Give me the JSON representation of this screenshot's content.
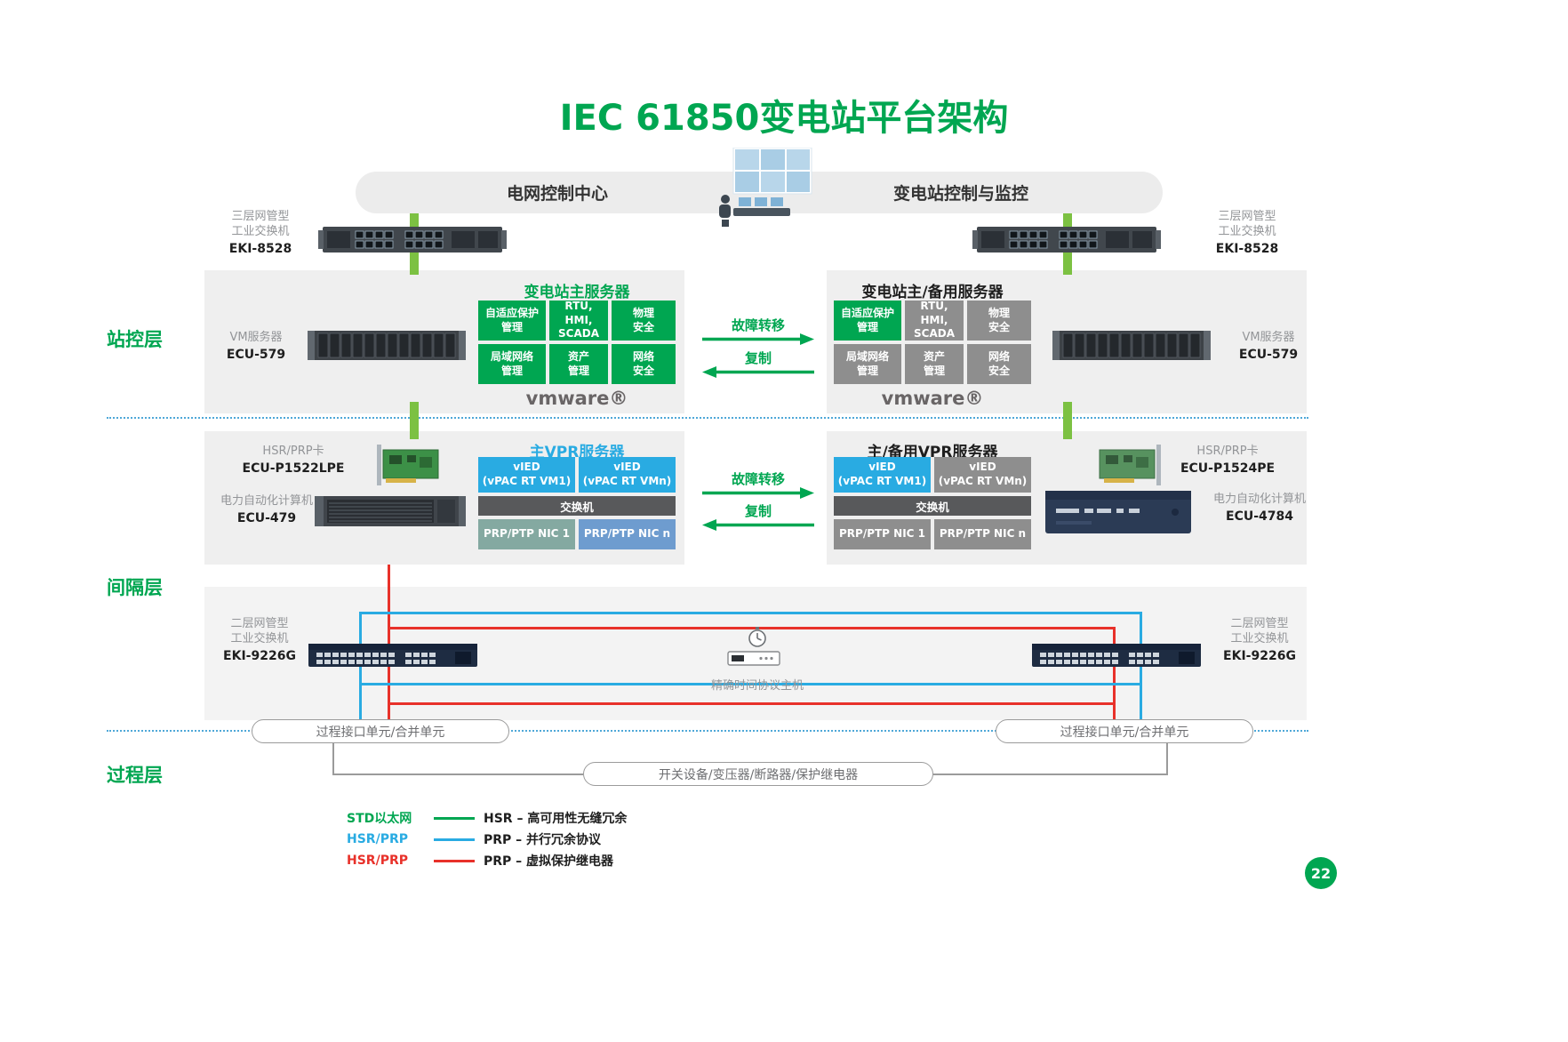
{
  "colors": {
    "brand_green": "#00A651",
    "accent_blue": "#29ABE2",
    "accent_red": "#E8312A",
    "switch_bar_gray": "#58595B",
    "cell_gray": "#8E8E8E",
    "connector_green": "#7CC142"
  },
  "title": "IEC 61850变电站平台架构",
  "page_number": "22",
  "top_banner": {
    "left_label": "电网控制中心",
    "right_label": "变电站控制与监控"
  },
  "top_switches": {
    "left": {
      "line1": "三层网管型",
      "line2": "工业交换机",
      "model": "EKI-8528"
    },
    "right": {
      "line1": "三层网管型",
      "line2": "工业交换机",
      "model": "EKI-8528"
    }
  },
  "layers": {
    "station": "站控层",
    "bay": "间隔层",
    "process": "过程层"
  },
  "station": {
    "left_title": "变电站主服务器",
    "right_title": "变电站主/备用服务器",
    "cells": [
      "自适应保护\n管理",
      "RTU, HMI,\nSCADA",
      "物理\n安全",
      "局域网络\n管理",
      "资产\n管理",
      "网络\n安全"
    ],
    "vmware_logo": "vmware®",
    "failover": "故障转移",
    "replicate": "复制",
    "left_server": {
      "label": "VM服务器",
      "model": "ECU-579"
    },
    "right_server": {
      "label": "VM服务器",
      "model": "ECU-579"
    }
  },
  "vpr": {
    "left_title": "主VPR服务器",
    "right_title": "主/备用VPR服务器",
    "vied_vm1": "vIED\n(vPAC RT VM1)",
    "vied_vmn": "vIED\n(vPAC RT VMn)",
    "switch_bar": "交换机",
    "nic_1": "PRP/PTP NIC 1",
    "nic_n": "PRP/PTP NIC n",
    "failover": "故障转移",
    "replicate": "复制",
    "left_card": {
      "label": "HSR/PRP卡",
      "model": "ECU-P1522LPE"
    },
    "left_computer": {
      "label": "电力自动化计算机",
      "model": "ECU-479"
    },
    "right_card": {
      "label": "HSR/PRP卡",
      "model": "ECU-P1524PE"
    },
    "right_computer": {
      "label": "电力自动化计算机",
      "model": "ECU-4784"
    }
  },
  "bay": {
    "left_switch": {
      "line1": "二层网管型",
      "line2": "工业交换机",
      "model": "EKI-9226G"
    },
    "right_switch": {
      "line1": "二层网管型",
      "line2": "工业交换机",
      "model": "EKI-9226G"
    },
    "ptp_host_label": "精确时间协议主机"
  },
  "process": {
    "left_pill": "过程接口单元/合并单元",
    "right_pill": "过程接口单元/合并单元",
    "bottom_pill": "开关设备/变压器/断路器/保护继电器"
  },
  "legend": {
    "rows": [
      {
        "label": "STD以太网",
        "desc": "HSR – 高可用性无缝冗余",
        "color": "#00A651"
      },
      {
        "label": "HSR/PRP",
        "desc": "PRP – 并行冗余协议",
        "color": "#29ABE2"
      },
      {
        "label": "HSR/PRP",
        "desc": "PRP – 虚拟保护继电器",
        "color": "#E8312A"
      }
    ]
  }
}
